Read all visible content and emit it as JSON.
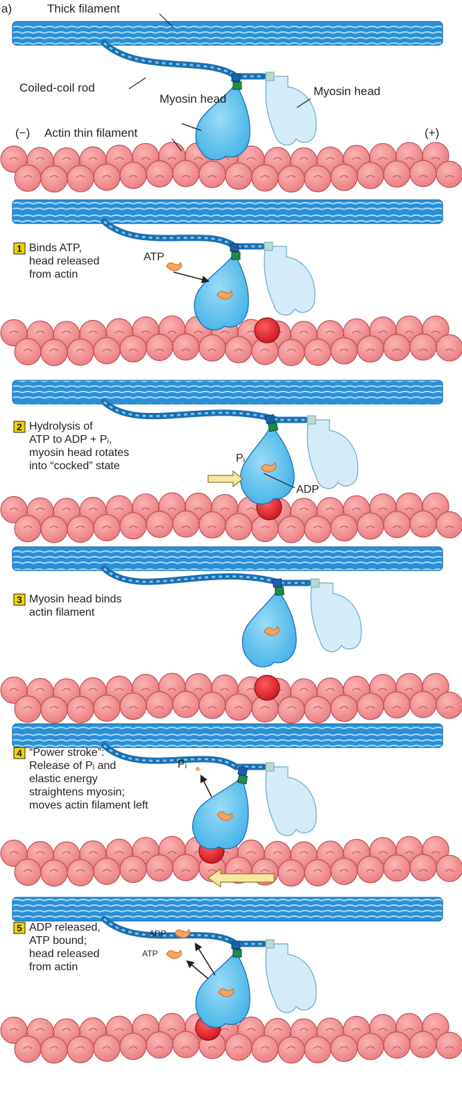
{
  "panel_label": "a)",
  "labels": {
    "thick_filament": "Thick filament",
    "coiled_coil_rod": "Coiled-coil rod",
    "myosin_head_front": "Myosin head",
    "myosin_head_back": "Myosin head",
    "minus_end": "(−)",
    "actin_thin_filament": "Actin thin filament",
    "plus_end": "(+)"
  },
  "steps": [
    {
      "number": "1",
      "lines": [
        "Binds ATP,",
        "head released",
        "from actin"
      ],
      "tags": [
        "ATP"
      ]
    },
    {
      "number": "2",
      "lines": [
        "Hydrolysis of",
        "ATP to ADP + Pᵢ,",
        "myosin head rotates",
        "into “cocked” state"
      ],
      "tags": [
        "Pᵢ",
        "ADP"
      ]
    },
    {
      "number": "3",
      "lines": [
        "Myosin head binds",
        "actin filament"
      ],
      "tags": []
    },
    {
      "number": "4",
      "lines": [
        "“Power stroke”:",
        "Release of Pᵢ and",
        "elastic energy",
        "straightens myosin;",
        "moves actin filament left"
      ],
      "tags": [
        "Pᵢ"
      ]
    },
    {
      "number": "5",
      "lines": [
        "ADP released,",
        "ATP bound;",
        "head released",
        "from actin"
      ],
      "tags": [
        "ADP",
        "ATP"
      ]
    }
  ],
  "colors": {
    "thick_filament": "#2b8fd6",
    "thick_filament_light": "#8cc9f0",
    "myosin_head": "#5bc0ec",
    "myosin_head_light": "#d4ecf8",
    "actin": "#f2878a",
    "actin_dark": "#d4605f",
    "actin_bound": "#e3232b",
    "nucleotide": "#f7a35c",
    "badge": "#f2d500",
    "arrow": "#f8e7a0",
    "lever_green": "#1f8a4c",
    "lever_blue": "#1c5fae"
  }
}
